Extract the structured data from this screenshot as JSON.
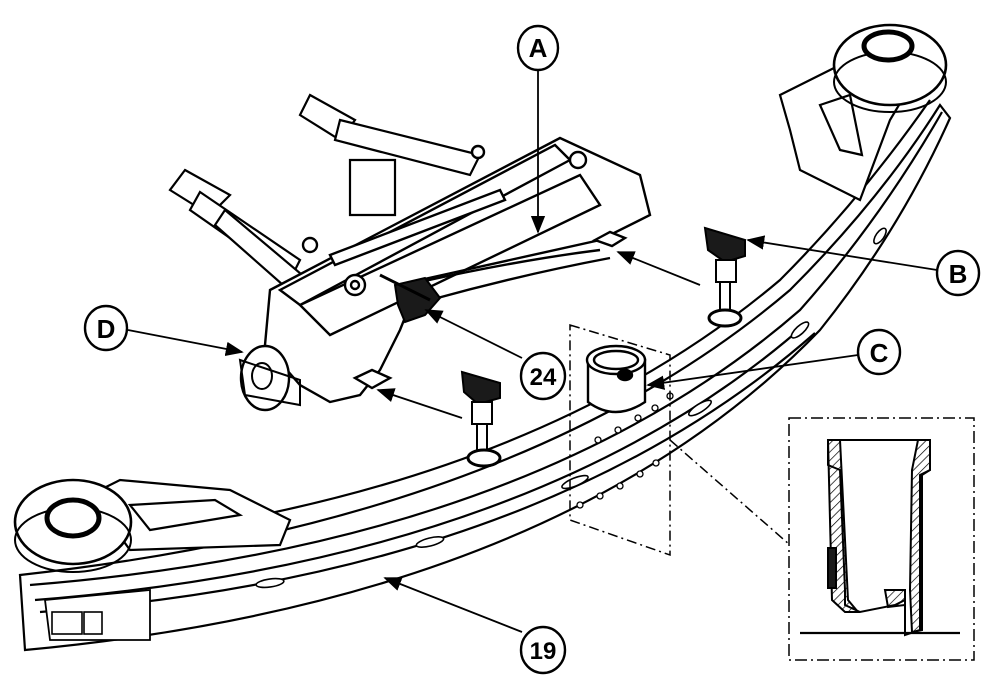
{
  "callouts": {
    "A": "A",
    "B": "B",
    "C": "C",
    "D": "D",
    "n24": "24",
    "n19": "19"
  },
  "colors": {
    "line": "#000000",
    "fill": "#ffffff",
    "dark": "#1a1a1a"
  }
}
